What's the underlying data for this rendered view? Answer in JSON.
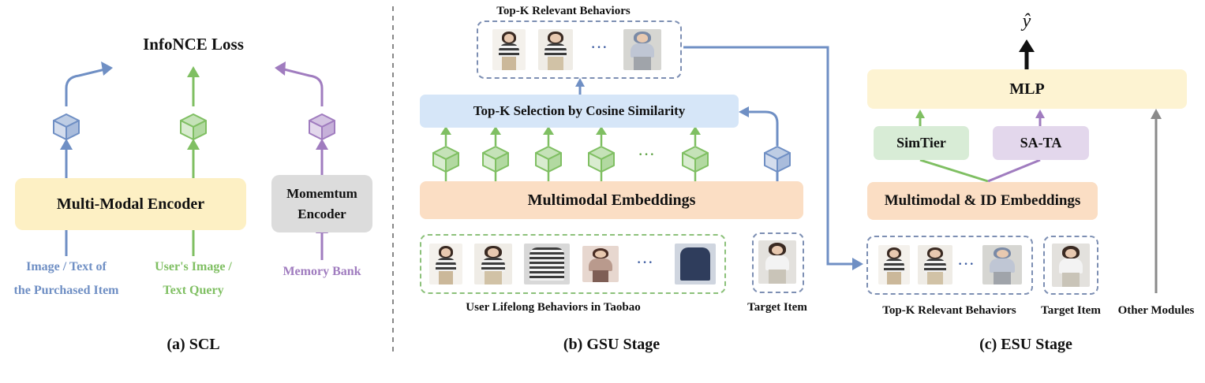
{
  "scl": {
    "loss_label": "InfoNCE Loss",
    "encoder_label": "Multi-Modal Encoder",
    "momentum_line1": "Momemtum",
    "momentum_line2": "Encoder",
    "input_item_line1": "Image / Text of",
    "input_item_line2": "the Purchased Item",
    "input_query_line1": "User's Image /",
    "input_query_line2": "Text Query",
    "memory_bank": "Memory Bank",
    "caption": "(a) SCL"
  },
  "gsu": {
    "topk_title": "Top-K Relevant Behaviors",
    "selection_label": "Top-K Selection by Cosine Similarity",
    "embeddings_label": "Multimodal Embeddings",
    "behaviors_label": "User Lifelong Behaviors in Taobao",
    "target_label": "Target Item",
    "ellipsis": "···",
    "caption": "(b) GSU Stage"
  },
  "esu": {
    "output_symbol": "ŷ",
    "mlp_label": "MLP",
    "simtier_label": "SimTier",
    "sata_label": "SA-TA",
    "embeddings_label": "Multimodal & ID Embeddings",
    "topk_label": "Top-K Relevant Behaviors",
    "target_label": "Target Item",
    "other_label": "Other Modules",
    "ellipsis": "···",
    "caption": "(c) ESU Stage"
  },
  "colors": {
    "blue": "#6f8fc4",
    "green": "#7fbf62",
    "purple": "#a07cbf",
    "gray": "#8a8a8a",
    "encoder_fill": "#fdf0c4",
    "momentum_fill": "#dcdcdc",
    "selection_fill": "#d6e6f8",
    "embedding_fill": "#fbdec4",
    "mlp_fill": "#fdf3d2",
    "simtier_fill": "#d8ecd6",
    "sata_fill": "#e3d7ec"
  }
}
